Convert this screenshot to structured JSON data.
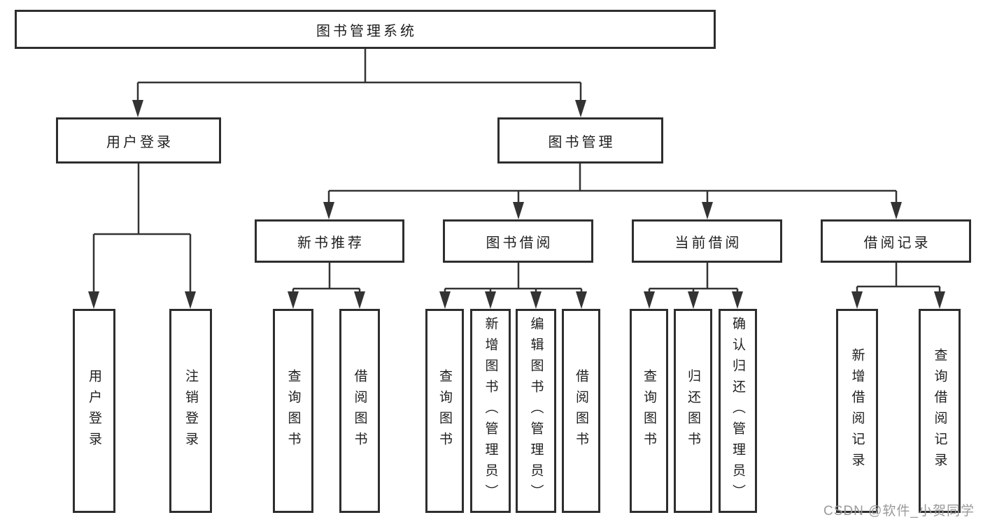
{
  "diagram": {
    "type": "hierarchy-tree",
    "tree": {
      "root": {
        "label": "图书管理系统",
        "children": [
          {
            "label": "用户登录",
            "children": [
              {
                "label": "用户登录"
              },
              {
                "label": "注销登录"
              }
            ]
          },
          {
            "label": "图书管理",
            "children": [
              {
                "label": "新书推荐",
                "children": [
                  {
                    "label": "查询图书"
                  },
                  {
                    "label": "借阅图书"
                  }
                ]
              },
              {
                "label": "图书借阅",
                "children": [
                  {
                    "label": "查询图书"
                  },
                  {
                    "label": "新增图书（管理员）"
                  },
                  {
                    "label": "编辑图书（管理员）"
                  },
                  {
                    "label": "借阅图书"
                  }
                ]
              },
              {
                "label": "当前借阅",
                "children": [
                  {
                    "label": "查询图书"
                  },
                  {
                    "label": "归还图书"
                  },
                  {
                    "label": "确认归还（管理员）"
                  }
                ]
              },
              {
                "label": "借阅记录",
                "children": [
                  {
                    "label": "新增借阅记录"
                  },
                  {
                    "label": "查询借阅记录"
                  }
                ]
              }
            ]
          }
        ]
      }
    },
    "colors": {
      "line": "#333333",
      "box_border": "#2e2e2e",
      "box_background": "#ffffff",
      "text": "#1f1f1f",
      "watermark": "#9a9a9a",
      "page_background": "#ffffff"
    }
  },
  "watermark": {
    "text": "CSDN @软件_小贺同学"
  }
}
